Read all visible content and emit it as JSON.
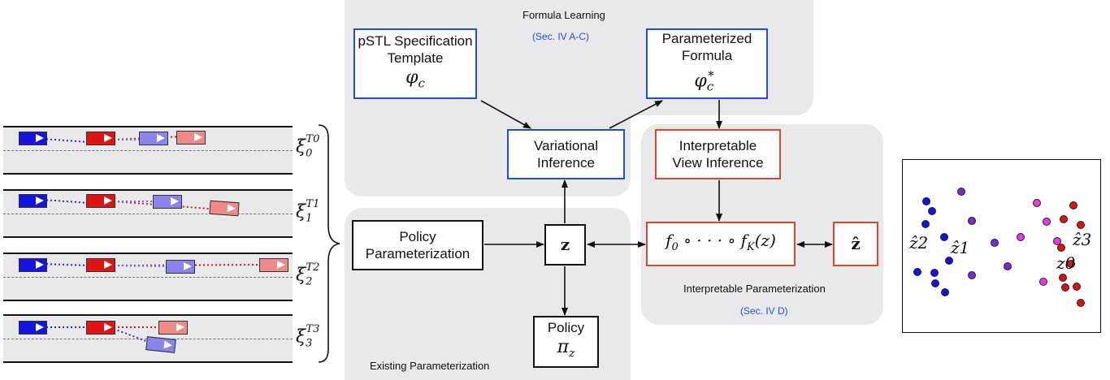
{
  "panels": {
    "formula_learning": {
      "title": "Formula Learning",
      "ref": "(Sec. IV A-C)"
    },
    "existing_param": {
      "title": "Existing Parameterization"
    },
    "interpretable_param": {
      "title": "Interpretable Parameterization",
      "ref": "(Sec. IV D)"
    }
  },
  "boxes": {
    "pstl": {
      "line1": "pSTL Specification",
      "line2": "Template",
      "math": "φc"
    },
    "param_formula": {
      "line1": "Parameterized",
      "line2": "Formula",
      "math": "φc*"
    },
    "variational": {
      "line1": "Variational",
      "line2": "Inference"
    },
    "view_inference": {
      "line1": "Interpretable",
      "line2": "View Inference"
    },
    "policy_param": {
      "line1": "Policy",
      "line2": "Parameterization"
    },
    "z": {
      "math": "z"
    },
    "composition": {
      "math": "f0 ∘ · · · ∘ fK(z)"
    },
    "zhat": {
      "math": "ẑ"
    },
    "policy": {
      "line1": "Policy",
      "math": "πz"
    }
  },
  "trajectories": [
    {
      "label": "ξ",
      "sub": "0",
      "sup": "T0"
    },
    {
      "label": "ξ",
      "sub": "1",
      "sup": "T1"
    },
    {
      "label": "ξ",
      "sub": "2",
      "sup": "T2"
    },
    {
      "label": "ξ",
      "sub": "3",
      "sup": "T3"
    }
  ],
  "latent_labels": {
    "z2": "ẑ2",
    "z1": "ẑ1",
    "z3": "ẑ3",
    "z0": "z0"
  },
  "colors": {
    "blue": "#1f4fd6",
    "red": "#e0462a",
    "panel": "#e9e8eb",
    "car_blue": "#1515e0",
    "car_red": "#e11414",
    "car_light_blue": "#8a84ee",
    "car_pink": "#f08a88",
    "dot_blue": "#1212dd",
    "dot_purple": "#7a2ad0",
    "dot_magenta": "#e83ae3",
    "dot_red": "#e01010"
  }
}
